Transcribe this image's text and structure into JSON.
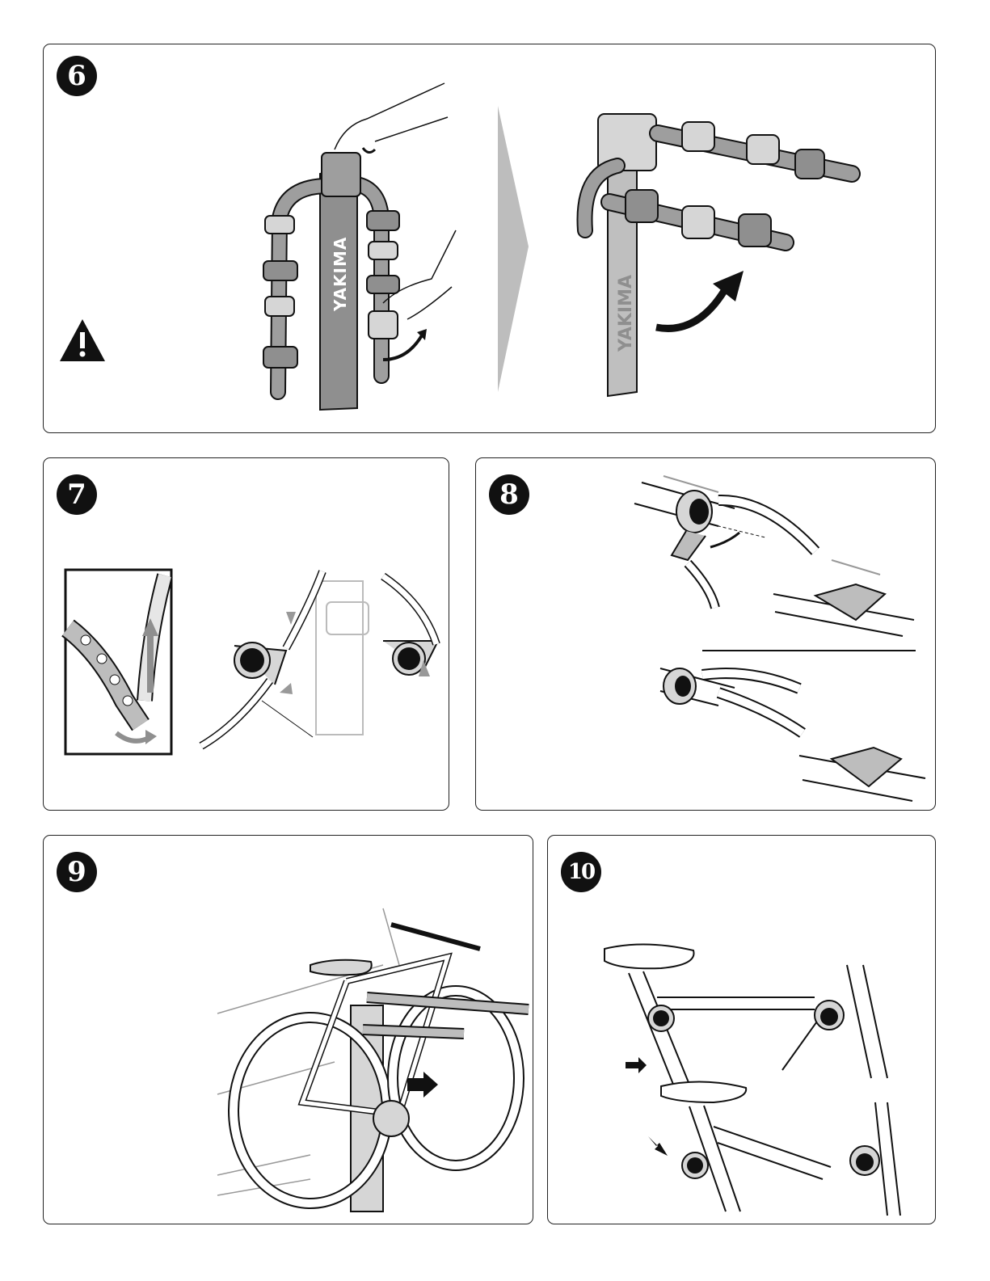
{
  "steps": [
    {
      "number": "6"
    },
    {
      "number": "7"
    },
    {
      "number": "8"
    },
    {
      "number": "9"
    },
    {
      "number": "10"
    }
  ],
  "brand": {
    "name": "YAKIMA"
  },
  "icons": {
    "warning": "warning-triangle-icon"
  },
  "colors": {
    "outline": "#111111",
    "rack_gray": "#8f8f8f",
    "light_gray": "#d6d6d6",
    "arrow_gray": "#bdbdbd"
  }
}
